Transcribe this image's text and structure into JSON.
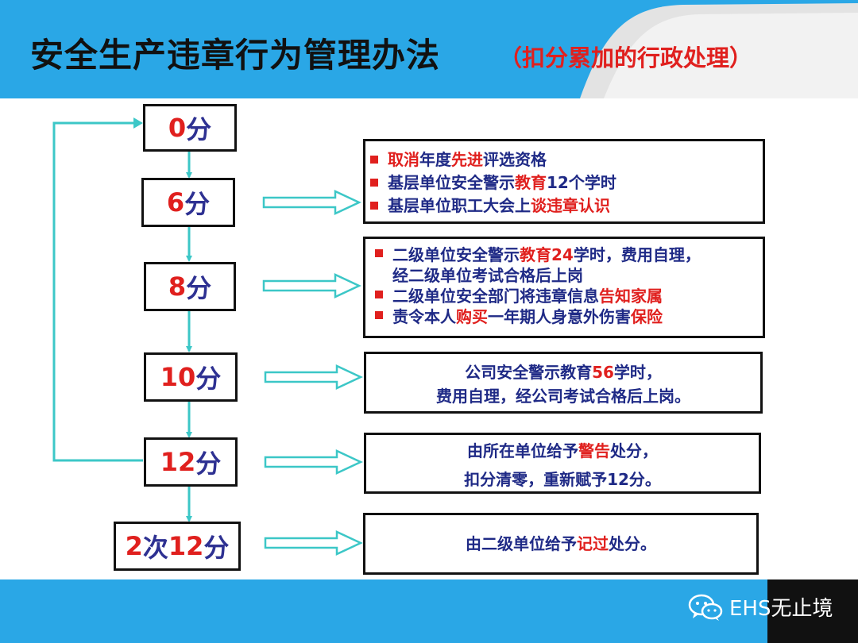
{
  "header": {
    "title": "安全生产违章行为管理办法",
    "subtitle": "（扣分累加的行政处理）"
  },
  "scores": [
    {
      "num": "0",
      "unit": "分"
    },
    {
      "num": "6",
      "unit": "分"
    },
    {
      "num": "8",
      "unit": "分"
    },
    {
      "num": "10",
      "unit": "分"
    },
    {
      "num": "12",
      "unit": "分"
    },
    {
      "prefix": "2",
      "mid": "次",
      "num": "12",
      "unit": "分"
    }
  ],
  "penalties": {
    "p6": [
      [
        "取消",
        "年度",
        "先进",
        "评选资格"
      ],
      [
        "基层单位安全警示",
        "教育",
        "12个学时"
      ],
      [
        "基层单位职工大会上",
        "谈违章认识"
      ]
    ],
    "p8": {
      "b1": [
        "二级单位安全警示",
        "教育24",
        "学时，费用自理，"
      ],
      "b1_cont": "经二级单位考试合格后上岗",
      "b2": [
        "二级单位安全部门将违章信息",
        "告知家属"
      ],
      "b3": [
        "责令本人",
        "购买",
        "一年期人身意外伤害",
        "保险"
      ]
    },
    "p10": {
      "l1": [
        "公司安全警示教育",
        "56",
        "学时，"
      ],
      "l2": "费用自理，经公司考试合格后上岗。"
    },
    "p12": {
      "l1": [
        "由所在单位给予",
        "警告",
        "处分，"
      ],
      "l2": "扣分清零，重新赋予12分。"
    },
    "p2x12": [
      "由二级单位给予",
      "记过",
      "处分。"
    ]
  },
  "watermark": {
    "text": "EHS无止境",
    "icon": "wechat-icon"
  },
  "colors": {
    "accent_blue": "#2aa7e6",
    "highlight_red": "#e0201e",
    "text_navy": "#1f2a86",
    "connector": "#3cc7c7"
  }
}
